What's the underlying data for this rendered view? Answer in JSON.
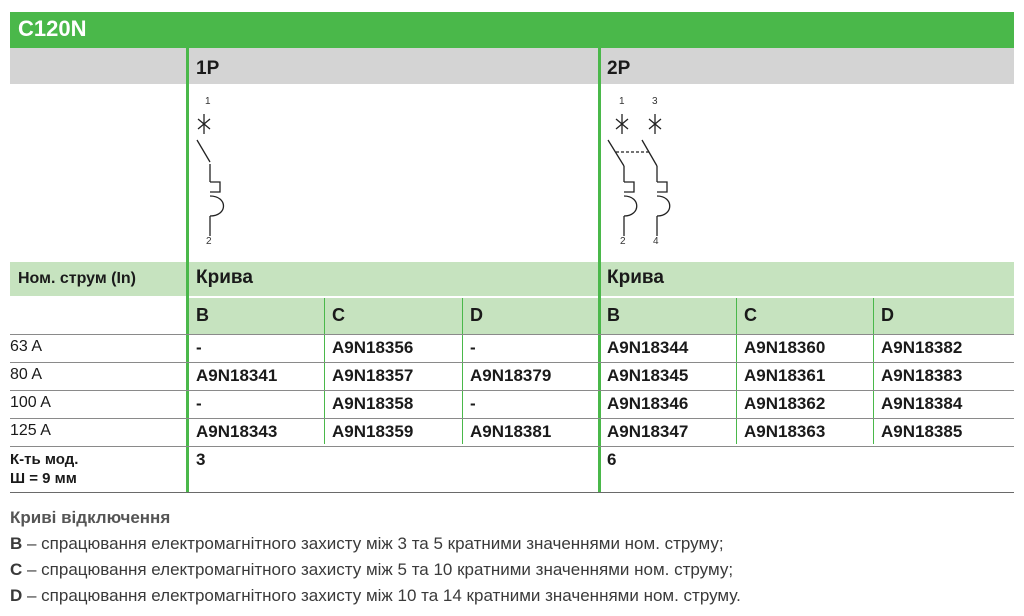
{
  "title": "C120N",
  "poles": {
    "p1": "1P",
    "p2": "2P"
  },
  "schematic_numbers": {
    "p1_top": "1",
    "p1_bottom": "2",
    "p2_top_a": "1",
    "p2_top_b": "3",
    "p2_bottom_a": "2",
    "p2_bottom_b": "4"
  },
  "table": {
    "nominal_header": "Ном. струм (In)",
    "curve_header": "Крива",
    "curves": [
      "B",
      "C",
      "D"
    ],
    "rows": [
      {
        "label": "63 A",
        "p1": [
          "-",
          "A9N18356",
          "-"
        ],
        "p2": [
          "A9N18344",
          "A9N18360",
          "A9N18382"
        ]
      },
      {
        "label": "80 A",
        "p1": [
          "A9N18341",
          "A9N18357",
          "A9N18379"
        ],
        "p2": [
          "A9N18345",
          "A9N18361",
          "A9N18383"
        ]
      },
      {
        "label": "100 A",
        "p1": [
          "-",
          "A9N18358",
          "-"
        ],
        "p2": [
          "A9N18346",
          "A9N18362",
          "A9N18384"
        ]
      },
      {
        "label": "125 A",
        "p1": [
          "A9N18343",
          "A9N18359",
          "A9N18381"
        ],
        "p2": [
          "A9N18347",
          "A9N18363",
          "A9N18385"
        ]
      }
    ],
    "modules_label_1": "К-ть мод.",
    "modules_label_2": "Ш =  9 мм",
    "modules_p1": "3",
    "modules_p2": "6"
  },
  "footer": {
    "title": "Криві відключення",
    "lines": [
      {
        "letter": "B",
        "text": " – спрацювання електромагнітного захисту між 3 та 5 кратними значеннями ном. струму;"
      },
      {
        "letter": "C",
        "text": " – спрацювання електромагнітного захисту між 5 та 10 кратними значеннями ном. струму;"
      },
      {
        "letter": "D",
        "text": " – спрацювання електромагнітного захисту між 10 та 14 кратними значеннями ном. струму."
      }
    ]
  },
  "colors": {
    "accent_green": "#4ab84a",
    "light_green": "#c6e3bf",
    "header_gray": "#d4d4d4"
  }
}
